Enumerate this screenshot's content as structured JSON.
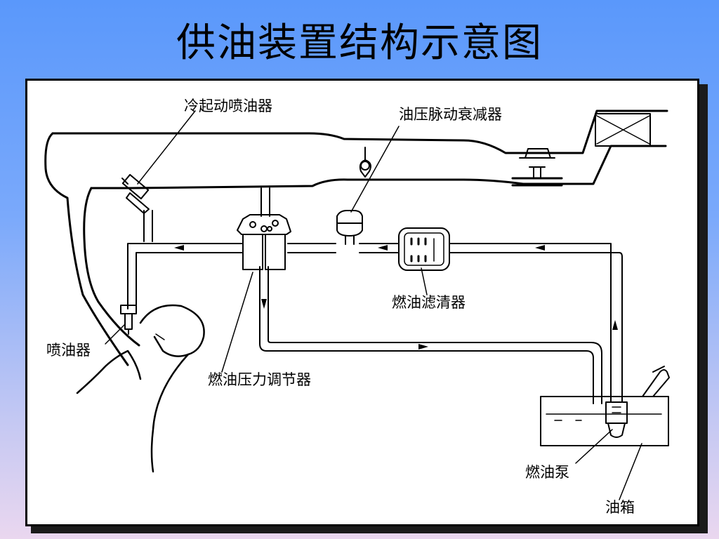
{
  "title": "供油装置结构示意图",
  "labels": {
    "cold_start_injector": "冷起动喷油器",
    "pulsation_damper": "油压脉动衰减器",
    "fuel_filter": "燃油滤清器",
    "injector": "喷油器",
    "pressure_regulator": "燃油压力调节器",
    "fuel_pump": "燃油泵",
    "fuel_tank": "油箱"
  }
}
